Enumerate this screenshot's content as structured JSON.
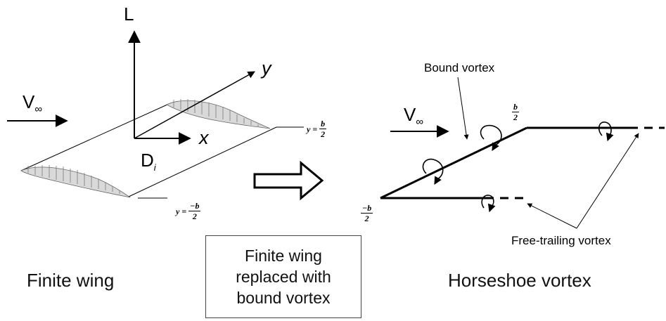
{
  "axes": {
    "lift": "L",
    "y": "y",
    "x": "x",
    "drag": "D",
    "drag_sub": "i"
  },
  "freestream": {
    "symbol": "V",
    "sub": "∞"
  },
  "wing_tips": {
    "right": {
      "var": "y =",
      "num": "b",
      "den": "2"
    },
    "left": {
      "var": "y =",
      "num": "−b",
      "den": "2"
    }
  },
  "horseshoe": {
    "bound_vortex_label": "Bound vortex",
    "free_trailing_label": "Free-trailing vortex",
    "tip_pos": {
      "num": "b",
      "den": "2"
    },
    "tip_neg": {
      "num": "−b",
      "den": "2"
    }
  },
  "captions": {
    "left": "Finite wing",
    "center_lines": [
      "Finite wing",
      "replaced with",
      "bound vortex"
    ],
    "right": "Horseshoe vortex"
  }
}
